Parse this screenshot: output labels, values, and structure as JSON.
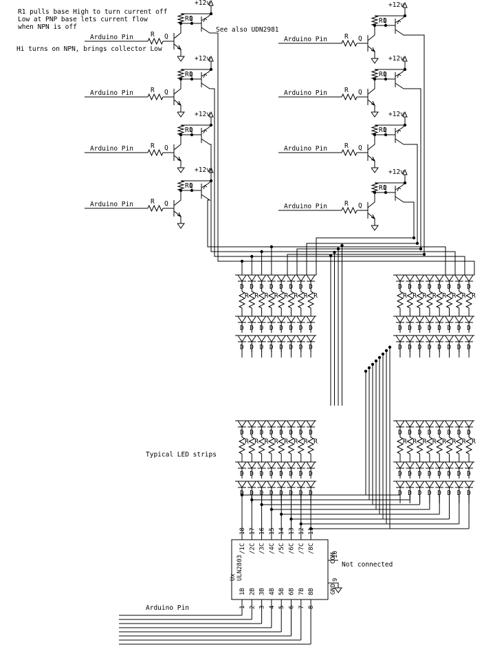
{
  "notes": {
    "line1": "R1 pulls base High to turn current off",
    "line2": "Low at PNP base lets current flow",
    "line3": "when NPN is off",
    "npn_note": "Hi turns on NPN, brings collector Low",
    "see_also": "See also UDN2981",
    "led_label": "Typical LED strips",
    "not_connected": "Not connected"
  },
  "driver_stages": {
    "input_label": "Arduino Pin",
    "base_resistor": "R",
    "pullup_resistor": "R1",
    "transistor": "Q",
    "supply": "+12v",
    "left_count": 4,
    "right_count": 4
  },
  "led_strip": {
    "diode": "D",
    "resistor": "R",
    "strips_per_group": 8,
    "groups": 4
  },
  "ic": {
    "ref": "Ux",
    "part": "ULN2803",
    "outputs": [
      "/1C",
      "/2C",
      "/3C",
      "/4C",
      "/5C",
      "/6C",
      "/7C",
      "/8C"
    ],
    "output_pins": [
      "18",
      "17",
      "16",
      "15",
      "14",
      "13",
      "12",
      "11"
    ],
    "inputs": [
      "1B",
      "2B",
      "3B",
      "4B",
      "5B",
      "6B",
      "7B",
      "8B"
    ],
    "input_pins": [
      "1",
      "2",
      "3",
      "4",
      "5",
      "6",
      "7",
      "8"
    ],
    "com_label": "COM",
    "com_pin": "10",
    "gnd_label": "GND",
    "gnd_pin": "9",
    "input_line_label": "Arduino Pin"
  }
}
